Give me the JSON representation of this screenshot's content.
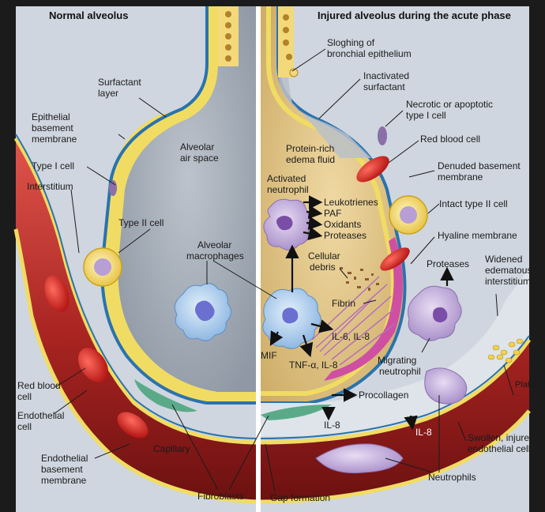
{
  "panels": {
    "left_title": "Normal alveolus",
    "right_title": "Injured alveolus during the acute phase"
  },
  "left_labels": {
    "surfactant_layer": [
      "Surfactant",
      "layer"
    ],
    "epithelial_bm": [
      "Epithelial",
      "basement",
      "membrane"
    ],
    "type1_cell": "Type I cell",
    "interstitium": "Interstitium",
    "alveolar_air_space": [
      "Alveolar",
      "air space"
    ],
    "type2_cell": "Type II cell",
    "alveolar_macrophages": [
      "Alveolar",
      "macrophages"
    ],
    "red_blood_cell": [
      "Red blood",
      "cell"
    ],
    "endothelial_cell": [
      "Endothelial",
      "cell"
    ],
    "endothelial_bm": [
      "Endothelial",
      "basement",
      "membrane"
    ],
    "capillary": "Capillary",
    "fibroblasts": "Fibroblasts"
  },
  "right_labels": {
    "sloughing": [
      "Sloghing of",
      "bronchial epithelium"
    ],
    "inactivated_surfactant": [
      "Inactivated",
      "surfactant"
    ],
    "necrotic_cell": [
      "Necrotic or apoptotic",
      "type I cell"
    ],
    "protein_rich_fluid": [
      "Protein-rich",
      "edema fluid"
    ],
    "red_blood_cell": "Red blood cell",
    "denuded_bm": [
      "Denuded basement",
      "membrane"
    ],
    "activated_neutrophil": [
      "Activated",
      "neutrophil"
    ],
    "mediators": [
      "Leukotrienes",
      "PAF",
      "Oxidants",
      "Proteases"
    ],
    "intact_type2": "Intact type II cell",
    "hyaline_membrane": "Hyaline membrane",
    "cellular_debris": [
      "Cellular",
      "debris"
    ],
    "proteases": "Proteases",
    "widened_interstitium": [
      "Widened",
      "edematous",
      "interstitium"
    ],
    "fibrin": "Fibrin",
    "il6_il8": "IL-6, IL-8",
    "mif": "MIF",
    "tnf_il8": "TNF-α, IL-8",
    "migrating_neutrophil": [
      "Migrating",
      "neutrophil"
    ],
    "procollagen": "Procollagen",
    "platelets": "Platelets",
    "il8_fibro": "IL-8",
    "il8_vessel": "IL-8",
    "swollen_endothelial": [
      "Swollen, injured",
      "endothelial cell"
    ],
    "neutrophils": "Neutrophils",
    "gap_formation": "Gap formation"
  },
  "colors": {
    "background": "#cfd6df",
    "alveolus_air": "#aab2bd",
    "edema_fluid": "#e2c98c",
    "epithelium": "#f1dc63",
    "basement_membrane": "#2a73ad",
    "vessel": "#c0332f",
    "vessel_dark": "#7b1515",
    "macrophage": "#a7ccef",
    "neutrophil": "#b39ad0",
    "hyaline": "#cf4fa2",
    "fibroblast": "#5aaa8a"
  }
}
